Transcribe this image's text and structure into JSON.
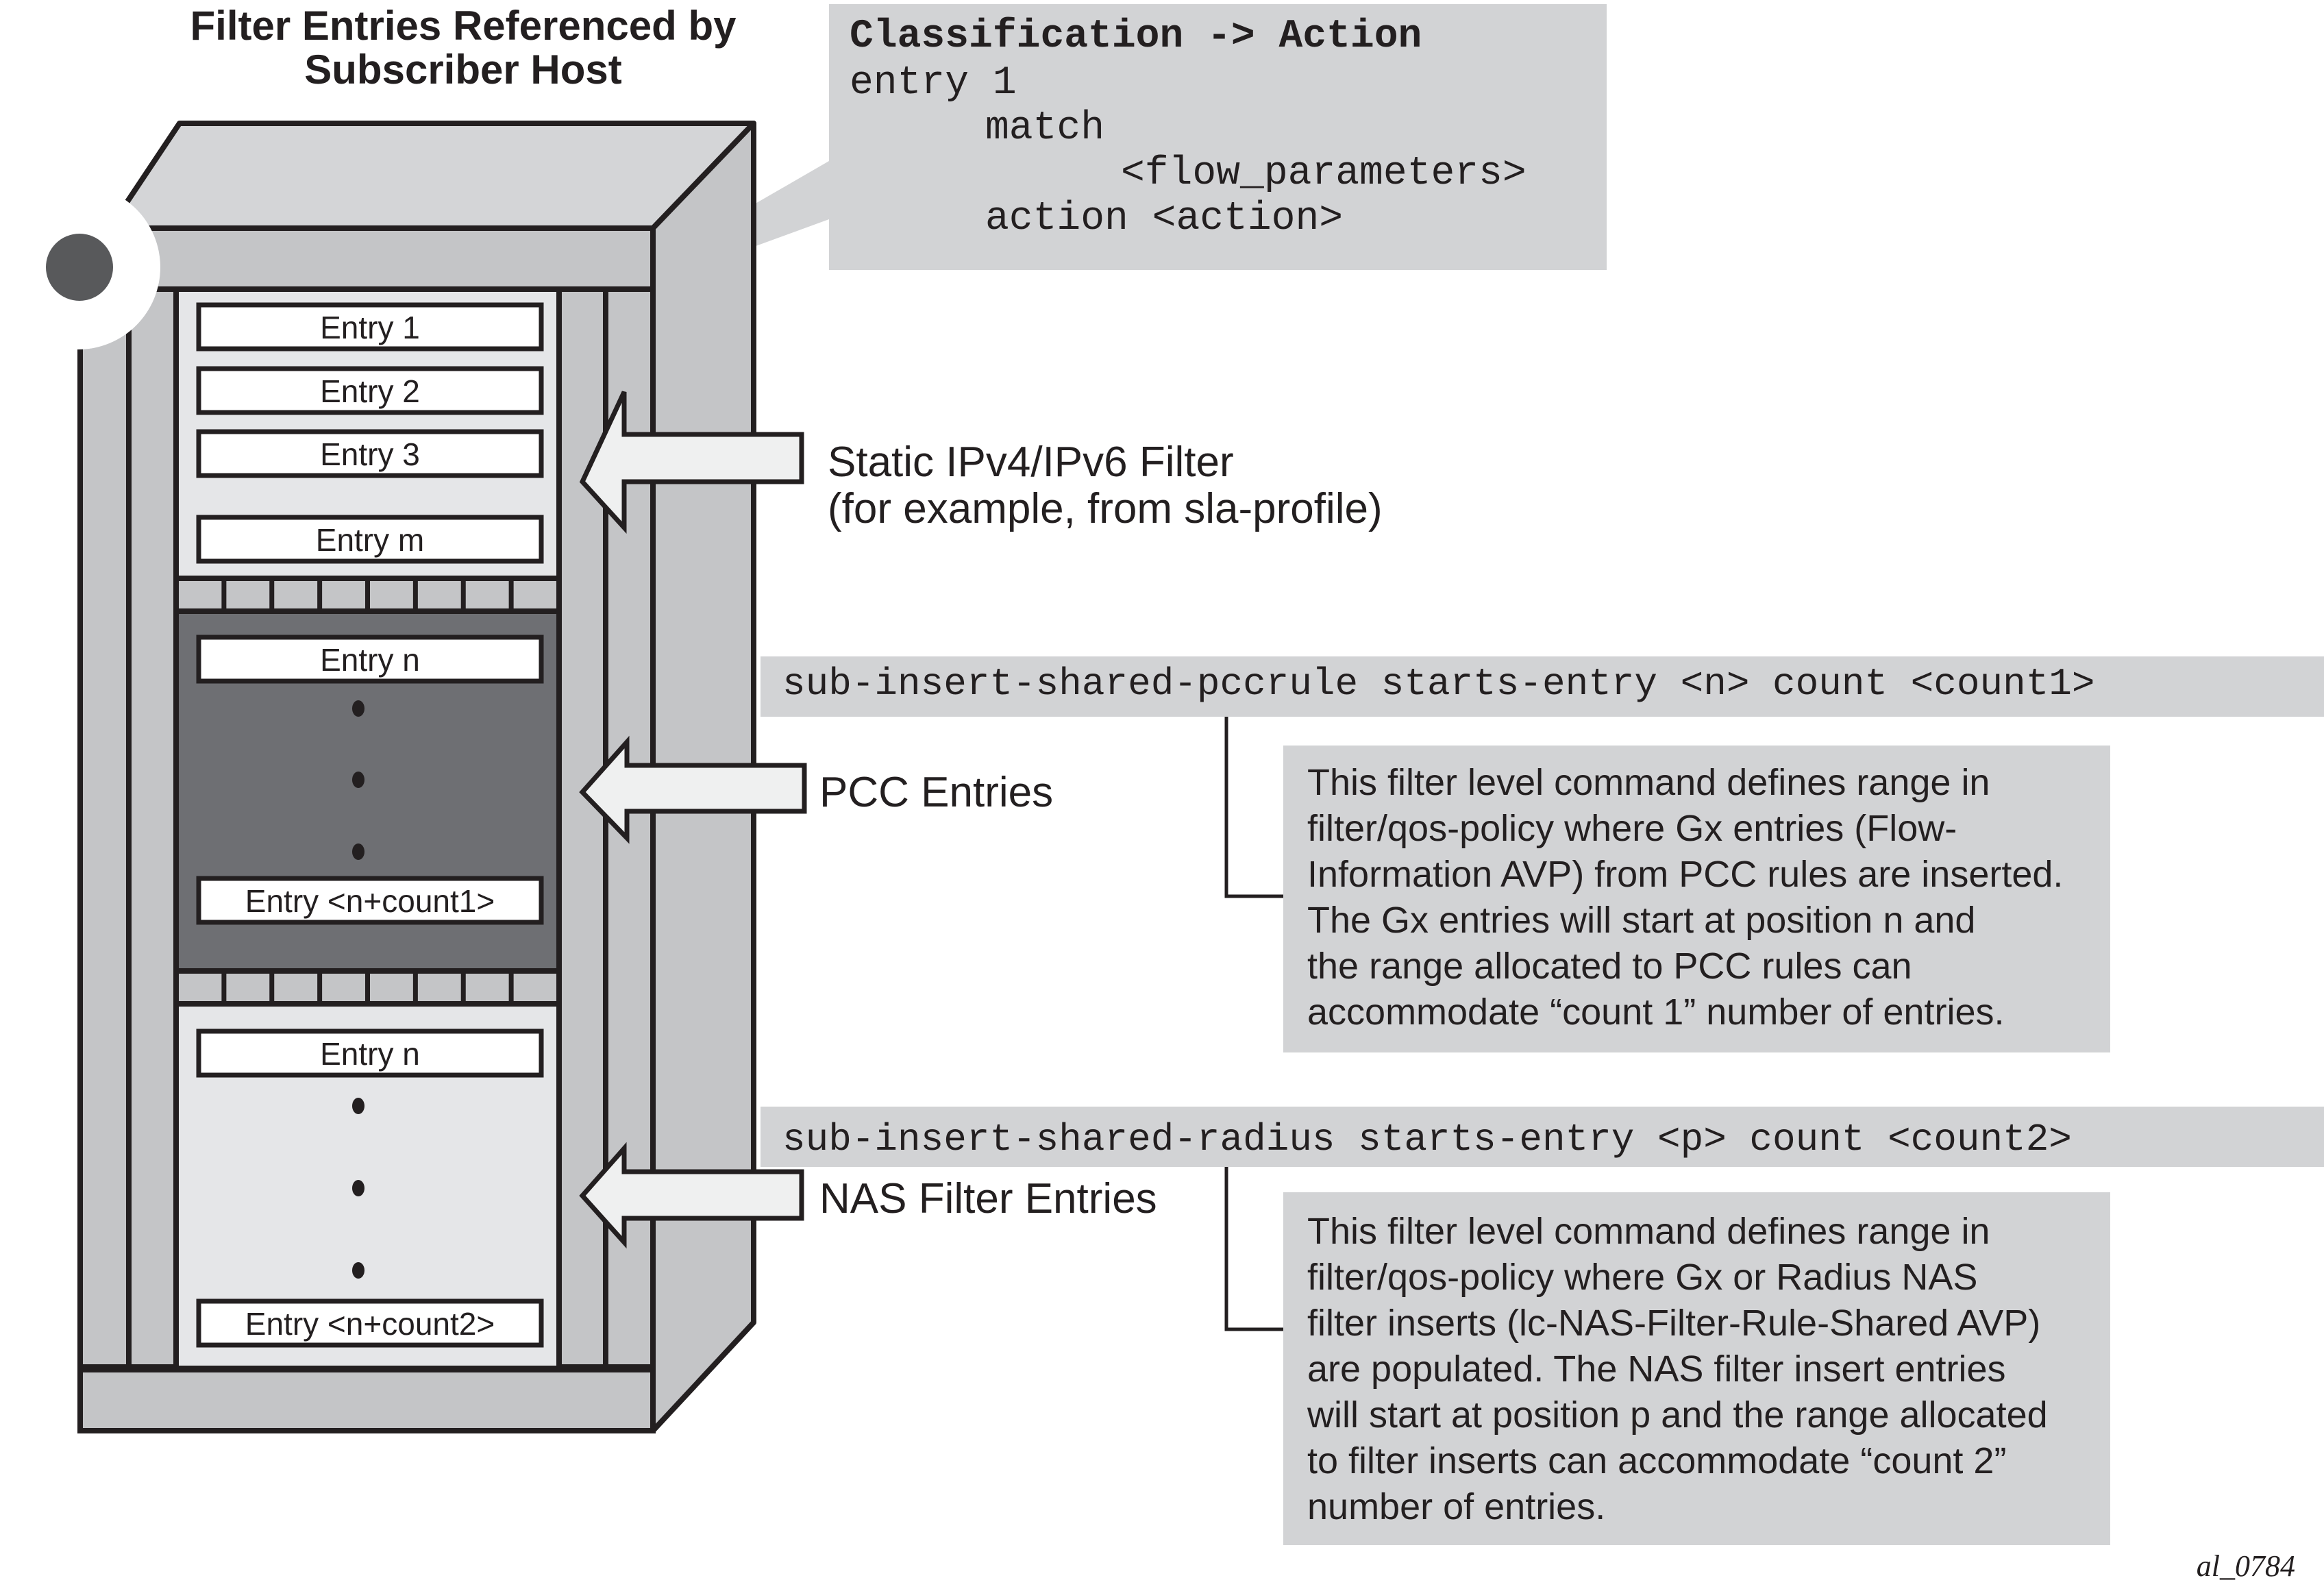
{
  "title": {
    "line1": "Filter Entries Referenced by",
    "line2": "Subscriber Host"
  },
  "code_callout": {
    "header": "Classification -> Action",
    "lines": [
      "entry 1",
      "match",
      "<flow_parameters>",
      "action <action>"
    ]
  },
  "cabinet": {
    "static_section": {
      "entries": [
        "Entry 1",
        "Entry 2",
        "Entry 3",
        "Entry m"
      ]
    },
    "pcc_section": {
      "first_entry": "Entry n",
      "last_entry": "Entry <n+count1>"
    },
    "nas_section": {
      "first_entry": "Entry n",
      "last_entry": "Entry <n+count2>"
    }
  },
  "labels": {
    "static_filter_line1": "Static IPv4/IPv6 Filter",
    "static_filter_line2": "(for example, from sla-profile)",
    "pcc_entries": "PCC Entries",
    "nas_filter_entries": "NAS Filter Entries"
  },
  "commands": {
    "pccrule": "sub-insert-shared-pccrule starts-entry <n> count <count1>",
    "radius": "sub-insert-shared-radius starts-entry <p> count <count2>"
  },
  "descriptions": {
    "pccrule": [
      "This filter level command defines range in",
      "filter/qos-policy where Gx entries (Flow-",
      "Information AVP) from PCC rules are inserted.",
      "The Gx entries will start at position n and",
      "the range allocated to PCC rules can",
      "accommodate “count 1” number of entries."
    ],
    "radius": [
      "This filter level command defines range in",
      "filter/qos-policy where Gx or Radius NAS",
      "filter inserts (lc-NAS-Filter-Rule-Shared AVP)",
      "are populated. The NAS filter insert entries",
      "will start at position p and the range allocated",
      "to filter inserts can accommodate “count 2”",
      "number of entries."
    ]
  },
  "figure_id": "al_0784",
  "colors": {
    "outline": "#231f20",
    "cabinet_face": "#c4c5c7",
    "cabinet_top": "#d4d5d7",
    "panel_light": "#e5e6e8",
    "panel_dark": "#6e6f73",
    "callout_bg": "#d2d3d5",
    "arrow_fill": "#eff0f0",
    "knob": "#58595b"
  }
}
